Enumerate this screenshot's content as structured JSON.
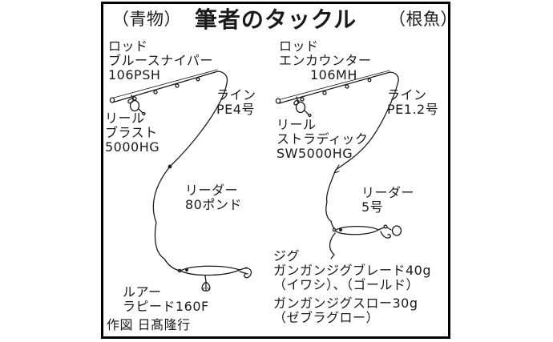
{
  "colors": {
    "ink": "#1a1a1a",
    "background": "#ffffff",
    "frame_border": "#000000"
  },
  "header": {
    "title": "筆者のタックル",
    "left_category": "（青物）",
    "right_category": "（根魚）"
  },
  "left": {
    "rod_label": "ロッド",
    "rod_name": "ブルースナイパー",
    "rod_model": "106PSH",
    "reel_label": "リール",
    "reel_name": "ブラスト",
    "reel_model": "5000HG",
    "line_label": "ライン",
    "line_value": "PE4号",
    "leader_label": "リーダー",
    "leader_value": "80ポンド",
    "lure_label": "ルアー",
    "lure_name": "ラピード160F"
  },
  "right": {
    "rod_label": "ロッド",
    "rod_name": "エンカウンター",
    "rod_model": "106MH",
    "reel_label": "リール",
    "reel_name": "ストラディック",
    "reel_model": "SW5000HG",
    "line_label": "ライン",
    "line_value": "PE1.2号",
    "leader_label": "リーダー",
    "leader_value": "5号",
    "jig_label": "ジグ",
    "jig_item1": "ガンガンジグブレード40g",
    "jig_item1_colors": "（イワシ）、（ゴールド）",
    "jig_item2": "ガンガンジグスロー30g",
    "jig_item2_colors": "（ゼブラグロー）"
  },
  "footer": {
    "credit": "作図 日髙隆行"
  }
}
